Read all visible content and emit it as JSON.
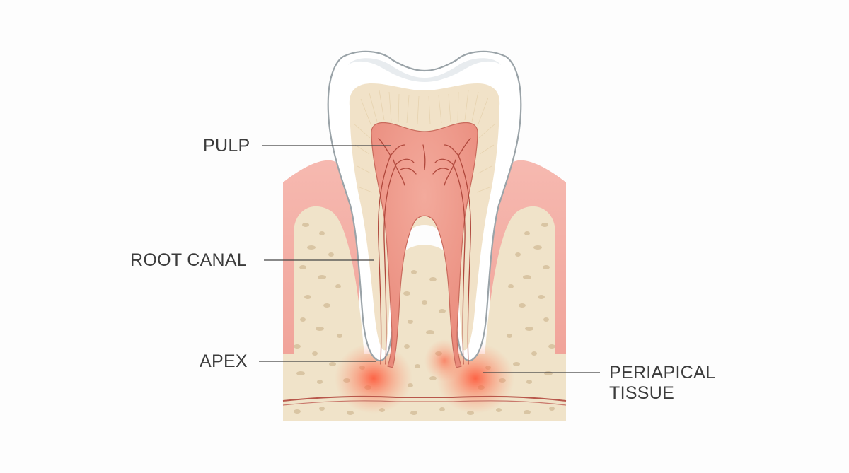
{
  "labels": {
    "pulp": "PULP",
    "root_canal": "ROOT CANAL",
    "apex": "APEX",
    "periapical_line1": "PERIAPICAL",
    "periapical_line2": "TISSUE"
  },
  "colors": {
    "background": "#fdfdfd",
    "enamel": "#ffffff",
    "outline": "#9aa3a8",
    "dentin": "#f1e2c8",
    "pulp": "#ef9b8c",
    "gum": "#f2a9a0",
    "bone": "#f0e3c9",
    "bone_pores": "#d8c3a0",
    "vessel": "#b8574b",
    "inflammation": "#ff5a3c",
    "label_text": "#3c3c3c",
    "leader_line": "#444444"
  }
}
